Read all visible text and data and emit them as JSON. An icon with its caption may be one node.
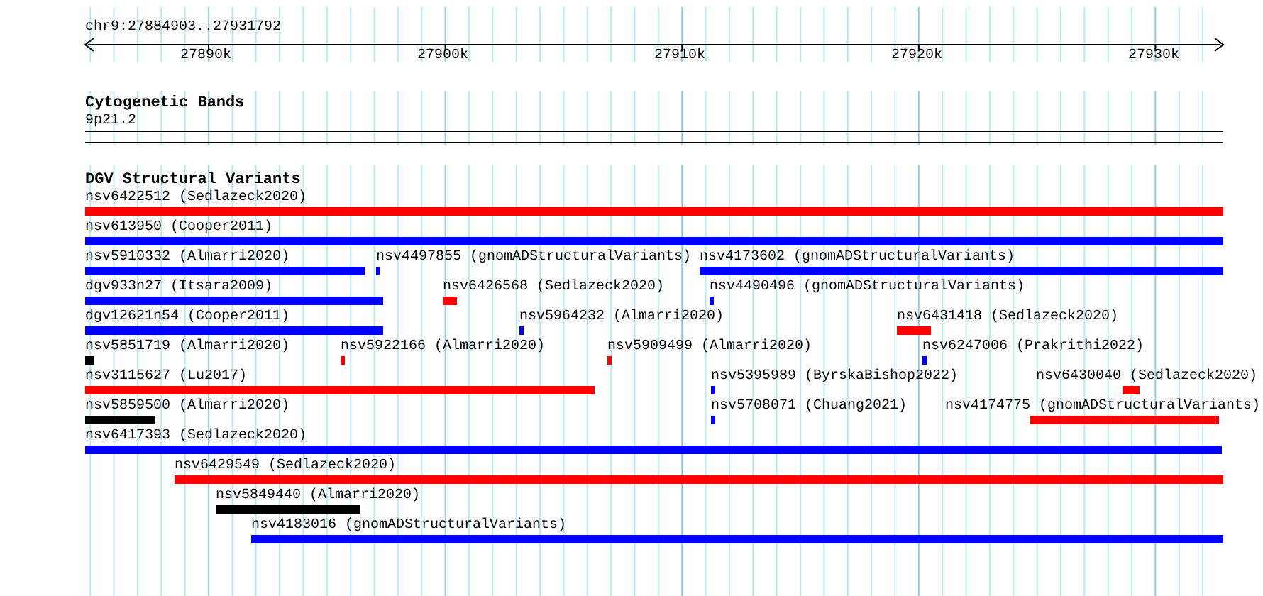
{
  "diagram": {
    "nodes": [
      {
        "text": [
          "nsv6422512 (Sedlazeck2020)"
        ]
      },
      {
        "text": [
          "nsv613950 (Cooper2011)"
        ]
      },
      {
        "text": [
          "nsv5910332 (Almarri2020)"
        ]
      },
      {
        "text": [
          "nsv4497855 (gnomADStructuralVariants)"
        ]
      },
      {
        "text": [
          "nsv4173602 (gnomADStructuralVariants)"
        ]
      },
      {
        "text": [
          "dgv933n27 (Itsara2009)"
        ]
      },
      {
        "text": [
          "nsv6426568 (Sedlazeck2020)"
        ]
      },
      {
        "text": [
          "nsv4490496 (gnomADStructuralVariants)"
        ]
      },
      {
        "text": [
          "nsv4174775 (gnomADStructuralVariants)"
        ]
      },
      {
        "text": [
          "dgv12621n54 (Cooper2011)"
        ]
      },
      {
        "text": [
          "nsv5964232 (Almarri2020)"
        ]
      },
      {
        "text": [
          "nsv6431418 (Sedlazeck2020)"
        ]
      },
      {
        "text": [
          "nsv6430040 (Sedlazeck2020)"
        ]
      },
      {
        "text": [
          "nsv5851719 (Almarri2020)"
        ]
      },
      {
        "text": [
          "nsv5922166 (Almarri2020)"
        ]
      },
      {
        "text": [
          "nsv5909499 (Almarri2020)"
        ]
      },
      {
        "text": [
          "nsv6247006 (Prakrithi2022)"
        ]
      },
      {
        "text": [
          "nsv3115627 (Lu2017)"
        ]
      },
      {
        "text": [
          "nsv5395989 (ByrskaBishop2022)"
        ]
      },
      {
        "text": [
          "nsv5859500 (Almarri2020)"
        ]
      },
      {
        "text": [
          "nsv5708071 (Chuang2021)"
        ]
      },
      {
        "text": [
          "nsv6417393 (Sedlazeck2020)"
        ]
      },
      {
        "text": [
          "nsv6429549 (Sedlazeck2020)"
        ]
      },
      {
        "text": [
          "nsv5849440 (Almarri2020)"
        ]
      },
      {
        "text": [
          "nsv4183016 (gnomADStructuralVariants)"
        ]
      }
    ],
    "labels": [
      "chr9:27884903..27931792",
      "27890k",
      "27900k",
      "27910k",
      "27920k",
      "27930k",
      "Cytogenetic Bands",
      "9p21.2",
      "DGV Structural Variants"
    ]
  }
}
